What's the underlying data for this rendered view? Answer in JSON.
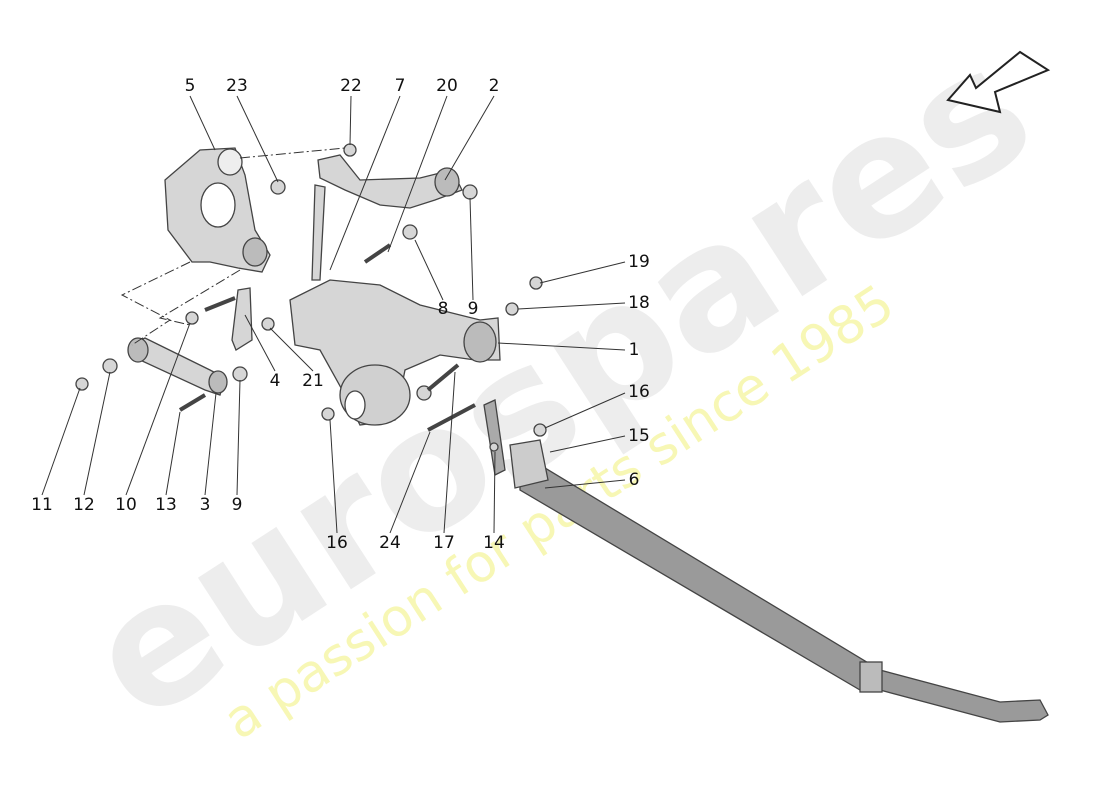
{
  "watermark": {
    "brand": "eurospares",
    "tagline": "a passion for parts since 1985"
  },
  "direction_arrow": {
    "icon": "direction-arrow-icon"
  },
  "callouts": [
    "5",
    "23",
    "22",
    "7",
    "20",
    "2",
    "8",
    "9",
    "19",
    "18",
    "1",
    "16",
    "15",
    "6",
    "14",
    "17",
    "24",
    "16",
    "4",
    "21",
    "11",
    "12",
    "10",
    "13",
    "3",
    "9"
  ],
  "colors": {
    "part_fill": "#d6d6d6",
    "part_stroke": "#444444",
    "line": "#333333"
  }
}
